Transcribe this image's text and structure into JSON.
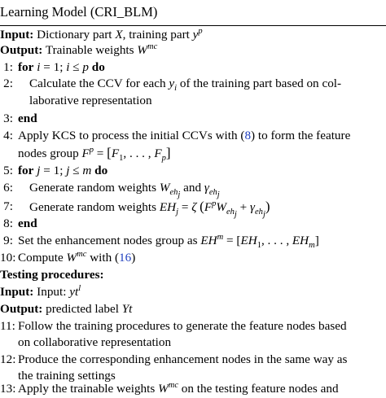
{
  "algorithm": {
    "title_partial": "Learning Model (CRI_BLM)",
    "training": {
      "input_label": "Input:",
      "input_text": "Dictionary part X, training part y^p",
      "output_label": "Output:",
      "output_text": "Trainable weights W^mc",
      "steps": [
        {
          "no": "1:",
          "keyword": "for",
          "text": "i = 1; i ≤ p",
          "keyword2": "do"
        },
        {
          "no": "2:",
          "text": "Calculate the CCV for each y_i of the training part based on col-"
        },
        {
          "no": "",
          "text": "laborative representation"
        },
        {
          "no": "3:",
          "keyword": "end"
        },
        {
          "no": "4:",
          "text": "Apply KCS to process the initial CCVs with (8) to form the feature"
        },
        {
          "no": "",
          "text": "nodes group F^p = [F_1, ..., F_p]"
        },
        {
          "no": "5:",
          "keyword": "for",
          "text": "j = 1; j ≤ m",
          "keyword2": "do"
        },
        {
          "no": "6:",
          "text": "Generate random weights W_ehj and γ_ehj"
        },
        {
          "no": "7:",
          "text": "Generate random weights EH_j = ζ (F^p W_ehj + γ_ehj)"
        },
        {
          "no": "8:",
          "keyword": "end"
        },
        {
          "no": "9:",
          "text": "Set the enhancement nodes group as EH^m = [EH_1, ..., EH_m]"
        },
        {
          "no": "10:",
          "text": "Compute W^mc with (16)"
        }
      ]
    },
    "testing": {
      "header": "Testing procedures:",
      "input_label": "Input:",
      "input_text": "Input: yt^l",
      "output_label": "Output:",
      "output_text": "predicted label Yt",
      "steps": [
        {
          "no": "11:",
          "text": "Follow the training procedures to generate the feature nodes based"
        },
        {
          "no": "",
          "text": "on collaborative representation"
        },
        {
          "no": "12:",
          "text": "Produce the corresponding enhancement nodes in the same way as"
        },
        {
          "no": "",
          "text": "the training settings"
        },
        {
          "no": "13:",
          "text": "Apply the trainable weights W^mc on the testing feature nodes and"
        }
      ]
    },
    "refs": {
      "eq8": "8",
      "eq16": "16"
    },
    "colors": {
      "text": "#000000",
      "link": "#1f3fbf",
      "rule": "#000000"
    }
  }
}
